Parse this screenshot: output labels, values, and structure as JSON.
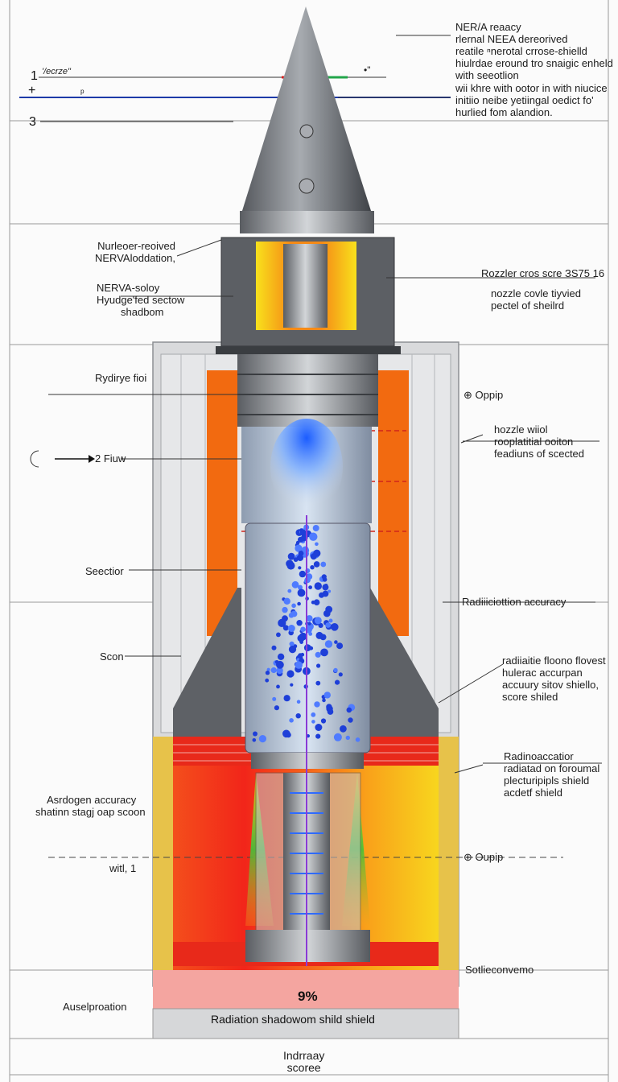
{
  "header": {
    "marker_1": "1",
    "marker_1_note": "'/ecrze\"",
    "marker_3": "3",
    "marker_note_x": "•\"",
    "marker_note_p": "ᵖ"
  },
  "labels_right": {
    "top_block": [
      "NER/A reaacy",
      "rlernal NEEA dereorived",
      "reatile ⁿnerotal crrose-ɛhielld",
      "hiulrdae eround tro snaigic enheld",
      "with seeotlion"
    ],
    "top_block2": [
      "wii khre with ootor in with niucice",
      "initiio neibe yetiingal oedict fo'",
      "hurlied fom alandion."
    ],
    "nozzle_cross": "Rozzler cros scre ЗS75 16",
    "nozzle_shield": [
      "nozzle covle tiyvied",
      "pectel of sheilrd"
    ],
    "oppip_1": "⊕ Oppip",
    "hozzle_wiol": [
      "hozzle wiiol",
      "rooplatitial ooiton",
      "feadiuns of scected"
    ],
    "radiation_accuracy": "Radiiiciottion accuracy",
    "radiation_flow": [
      "radiiaitie floono flovest",
      "hulerac accurpan",
      "accuury sitov shiello,",
      "score  shiled"
    ],
    "radio_block": [
      "Radinoaccatior",
      "radiatad on foroumal",
      "plecturipipls shield",
      "acdetf shield"
    ],
    "oppip_2": "⊕ Oupip",
    "scotie": "Sotlieconvemo"
  },
  "labels_left": {
    "nuclear": [
      "Nurleoer-reoived",
      "NERVAloddation,"
    ],
    "nerva": [
      "NERVA-soloy",
      "Hyudge'fed sectow",
      "shadbom"
    ],
    "hydrogen": "Rydirye fioi",
    "flow": "2 Fiuw",
    "section": "Seectior",
    "scon": "Scon",
    "asdogen": [
      "Asrdogen accuracy",
      "shatinn  stagj oap scoon"
    ],
    "wifi": "witl, 1",
    "ausel": "Auselproation"
  },
  "bottom": {
    "percent": "9%",
    "banner": "Radiation shadowom shild shield",
    "caption": [
      "Indrraay",
      "scoree"
    ]
  },
  "colors": {
    "steel_dark": "#4a4d52",
    "steel_mid": "#7d8187",
    "steel_light": "#c3c6ca",
    "orange": "#f26a10",
    "yellow": "#f6d21a",
    "red": "#e8291a",
    "blue_glow": "#2f6bff",
    "pink": "#f4a5a0"
  }
}
